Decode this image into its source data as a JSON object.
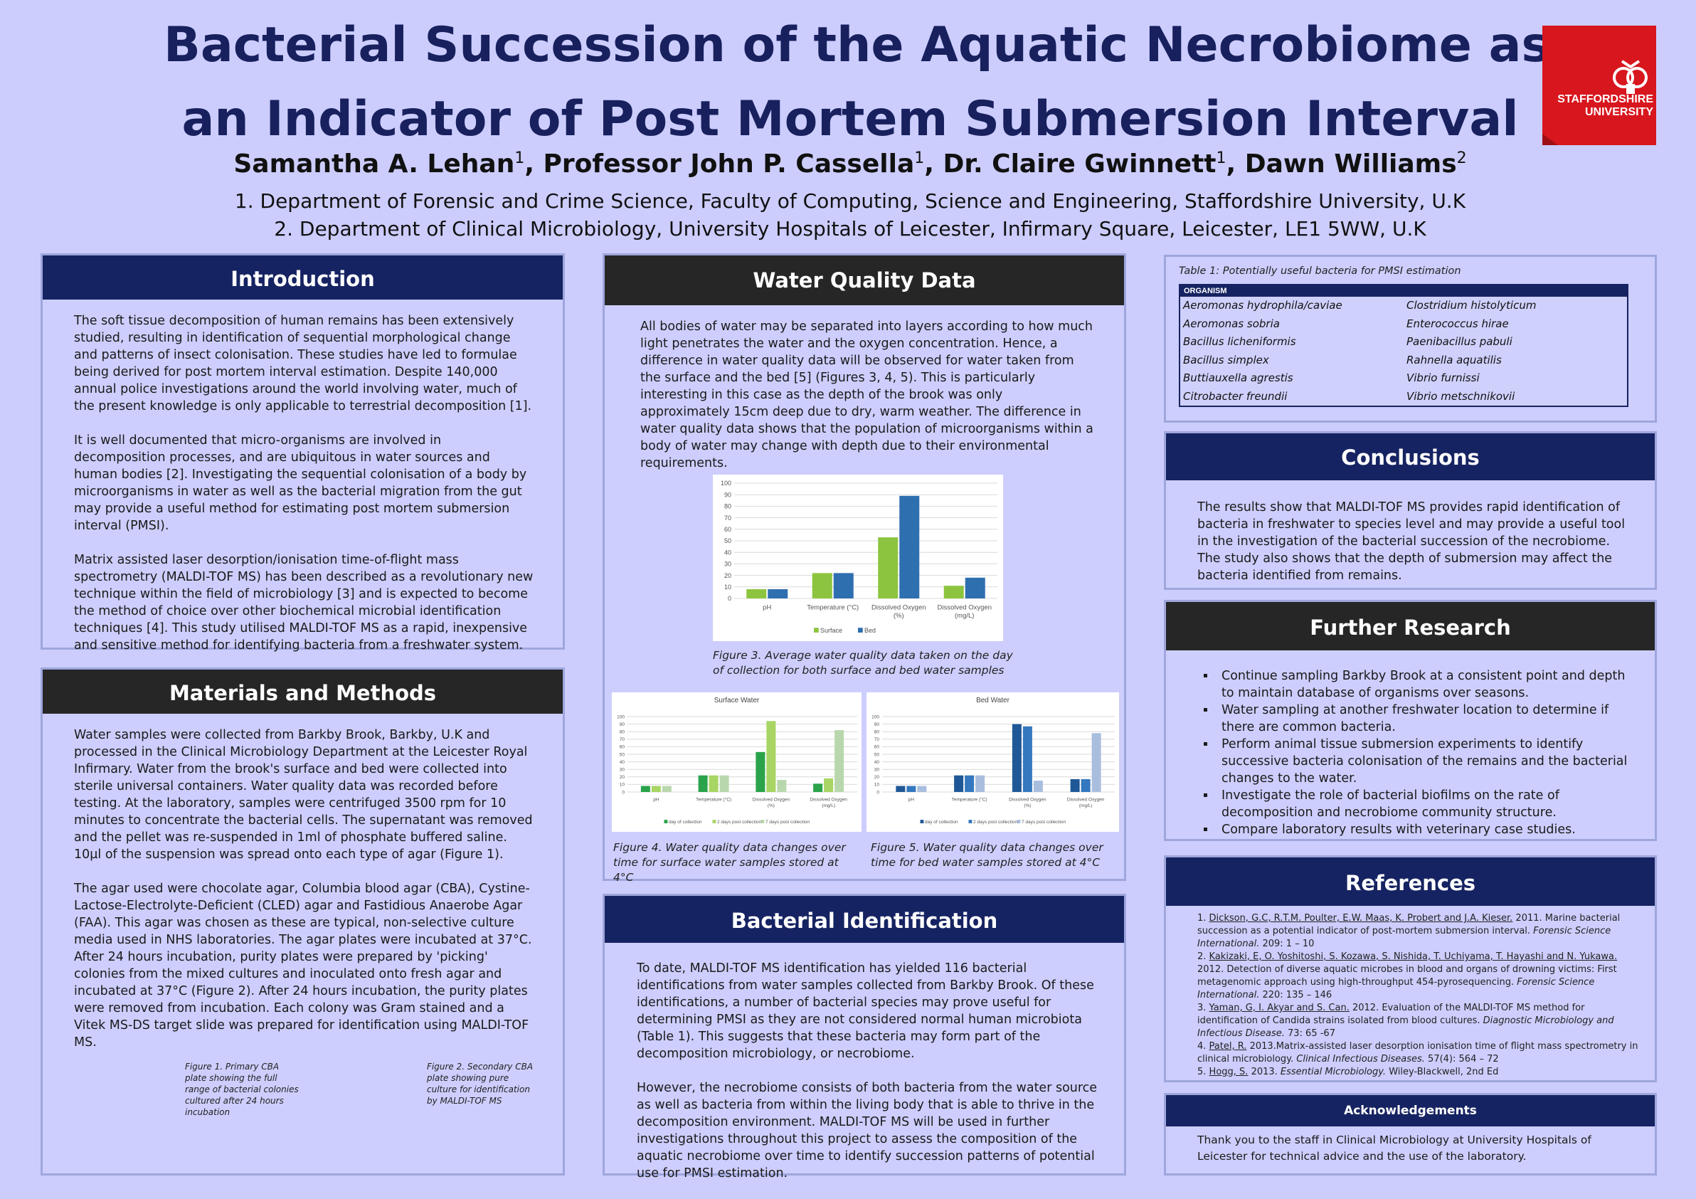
{
  "title": {
    "line1": "Bacterial Succession of the Aquatic Necrobiome as",
    "line2": "an Indicator of Post Mortem Submersion Interval"
  },
  "authors": [
    {
      "name": "Samantha A. Lehan",
      "sup": "1",
      "sep": ", "
    },
    {
      "name": "Professor John P. Cassella",
      "sup": "1",
      "sep": ", "
    },
    {
      "name": "Dr. Claire Gwinnett",
      "sup": "1",
      "sep": ", "
    },
    {
      "name": "Dawn Williams",
      "sup": "2",
      "sep": ""
    }
  ],
  "affiliations": [
    "1. Department of Forensic and Crime Science, Faculty of Computing, Science and Engineering, Staffordshire University, U.K",
    "2. Department of Clinical Microbiology, University Hospitals of Leicester, Infirmary Square, Leicester, LE1 5WW, U.K"
  ],
  "logo": {
    "line1": "STAFFORDSHIRE",
    "line2": "UNIVERSITY",
    "color": "#d8161e"
  },
  "colors": {
    "navy": "#162362",
    "dark": "#262626",
    "background": "#cccdfd",
    "surface": "#8dc43f",
    "bed": "#2e6fb0"
  },
  "introduction": {
    "heading": "Introduction",
    "paragraphs": [
      "The soft tissue decomposition of human remains has been extensively studied, resulting in identification of sequential morphological change and patterns of insect colonisation. These studies have led to formulae being derived for post mortem interval estimation. Despite 140,000 annual police investigations around the world involving water, much of the present knowledge is only applicable to terrestrial decomposition [1].",
      "It is well documented that micro-organisms are involved in decomposition processes, and are ubiquitous in water sources and human bodies [2]. Investigating the sequential colonisation of a body by microorganisms in water as well as the bacterial migration from the gut may provide a useful method for estimating post mortem submersion interval (PMSI).",
      "Matrix assisted laser desorption/ionisation time-of-flight mass spectrometry (MALDI-TOF MS) has been described as a revolutionary new technique within the field of microbiology [3] and is expected to become the method of choice over other biochemical microbial identification techniques [4]. This study utilised MALDI-TOF MS as a rapid, inexpensive and sensitive method for identifying bacteria from a freshwater system."
    ]
  },
  "methods": {
    "heading": "Materials and Methods",
    "paragraphs": [
      "Water samples were collected from Barkby Brook, Barkby, U.K and processed in the Clinical Microbiology Department at the Leicester Royal Infirmary. Water from the brook's surface and bed were collected into sterile universal containers.  Water quality data was recorded before testing. At the laboratory, samples were centrifuged 3500 rpm for 10 minutes to concentrate the bacterial cells. The supernatant was removed and the pellet was re-suspended in 1ml of phosphate buffered saline. 10µl of the suspension was spread onto each type of agar (Figure 1).",
      "The agar used were chocolate agar, Columbia blood agar (CBA), Cystine-Lactose-Electrolyte-Deficient (CLED) agar and Fastidious Anaerobe Agar (FAA). This agar was chosen as these are typical, non-selective culture media used in NHS laboratories. The agar plates were incubated at 37°C. After 24 hours incubation, purity plates were prepared by 'picking' colonies from the mixed cultures and inoculated onto fresh agar and incubated at 37°C (Figure 2). After 24 hours incubation, the purity plates were removed from incubation. Each colony was Gram stained and a Vitek MS-DS target slide was prepared for identification using MALDI-TOF MS."
    ],
    "figure1_caption": "Figure 1. Primary CBA plate showing the full range of bacterial colonies cultured after 24 hours incubation",
    "figure2_caption": "Figure 2.  Secondary CBA plate showing pure culture for identification by MALDI-TOF MS"
  },
  "water_quality": {
    "heading": "Water Quality Data",
    "paragraph": "All bodies of water may be separated into layers according to how much light penetrates the water and the oxygen concentration. Hence, a difference in water quality data will be observed for water taken from the surface and the bed [5] (Figures 3, 4, 5). This is particularly interesting in this case as the depth of the brook was only approximately 15cm deep due to dry, warm weather. The difference in water quality data shows that the population of microorganisms within a body of water may change with depth due to their environmental requirements.",
    "figure3_caption": "Figure 3. Average water quality data taken on the day of collection for both surface and bed water samples",
    "figure4_caption": "Figure 4. Water quality data changes over time for surface water samples stored at 4°C",
    "figure5_caption": "Figure 5. Water quality data changes over time for bed water samples stored at 4°C"
  },
  "chart_data": [
    {
      "type": "bar",
      "title": "",
      "categories": [
        "pH",
        "Temperature (°C)",
        "Dissolved Oxygen (%)",
        "Dissolved Oxygen (mg/L)"
      ],
      "series": [
        {
          "name": "Surface",
          "values": [
            8,
            22,
            53,
            11
          ]
        },
        {
          "name": "Bed",
          "values": [
            8,
            22,
            89,
            18
          ]
        }
      ],
      "ylim": [
        0,
        100
      ],
      "yticks": [
        "0",
        "10",
        "20",
        "30",
        "40",
        "50",
        "60",
        "70",
        "80",
        "90",
        "100"
      ],
      "grid": true,
      "legend": "bottom"
    },
    {
      "type": "bar",
      "title": "Surface Water",
      "categories": [
        "pH",
        "Temperature (°C)",
        "Dissolved Oxygen (%)",
        "Dissolved Oxygen (mg/L)"
      ],
      "series": [
        {
          "name": "day of collection",
          "values": [
            8,
            22,
            53,
            11
          ]
        },
        {
          "name": "2 days post collection",
          "values": [
            8,
            22,
            94,
            18
          ]
        },
        {
          "name": "7 days post collection",
          "values": [
            8,
            22,
            16,
            82
          ]
        }
      ],
      "ylim": [
        0,
        100
      ],
      "yticks": [
        "0",
        "10",
        "20",
        "30",
        "40",
        "50",
        "60",
        "70",
        "80",
        "90",
        "100"
      ],
      "grid": true,
      "legend": "bottom"
    },
    {
      "type": "bar",
      "title": "Bed Water",
      "categories": [
        "pH",
        "Temperature (°C)",
        "Dissolved Oxygen (%)",
        "Dissolved Oxygen (mg/L)"
      ],
      "series": [
        {
          "name": "day of collection",
          "values": [
            8,
            22,
            90,
            17
          ]
        },
        {
          "name": "2 days post collection",
          "values": [
            8,
            22,
            87,
            17
          ]
        },
        {
          "name": "7 days post collection",
          "values": [
            8,
            22,
            15,
            78
          ]
        }
      ],
      "ylim": [
        0,
        100
      ],
      "yticks": [
        "0",
        "10",
        "20",
        "30",
        "40",
        "50",
        "60",
        "70",
        "80",
        "90",
        "100"
      ],
      "grid": true,
      "legend": "bottom"
    }
  ],
  "bacterial_identification": {
    "heading": "Bacterial Identification",
    "paragraphs": [
      "To date, MALDI-TOF MS identification has yielded 116 bacterial identifications from water samples collected from Barkby Brook. Of these identifications, a number of bacterial species may prove useful for determining PMSI as they are not considered normal human microbiota (Table 1). This suggests that these bacteria may form part of the decomposition microbiology, or necrobiome.",
      "However, the necrobiome consists of both bacteria from the water source as well as bacteria from within the living body that is able to thrive in the decomposition environment. MALDI-TOF MS will be used in further investigations throughout this project to assess the composition of the aquatic necrobiome over time to identify succession patterns of potential use for PMSI estimation."
    ]
  },
  "table1": {
    "caption": "Table 1: Potentially useful bacteria for PMSI estimation",
    "header": "ORGANISM",
    "rows": [
      [
        "Aeromonas hydrophila/caviae",
        "Clostridium histolyticum"
      ],
      [
        "Aeromonas sobria",
        "Enterococcus hirae"
      ],
      [
        "Bacillus licheniformis",
        "Paenibacillus pabuli"
      ],
      [
        "Bacillus simplex",
        "Rahnella aquatilis"
      ],
      [
        "Buttiauxella agrestis",
        "Vibrio furnissi"
      ],
      [
        "Citrobacter freundii",
        "Vibrio metschnikovii"
      ]
    ]
  },
  "conclusions": {
    "heading": "Conclusions",
    "text": "The results show that MALDI-TOF MS provides rapid identification of bacteria in freshwater to species level and may provide a useful tool in the investigation of the bacterial succession of the necrobiome. The study also shows that the depth of submersion may affect the bacteria identified from remains."
  },
  "further_research": {
    "heading": "Further Research",
    "items": [
      "Continue sampling Barkby Brook at a consistent point and depth to maintain database of organisms over seasons.",
      "Water sampling at another freshwater location to determine if there are common bacteria.",
      "Perform animal tissue submersion experiments to identify successive bacteria colonisation of the remains and the bacterial changes to the water.",
      "Investigate the role of bacterial biofilms on the rate of decomposition and necrobiome community structure.",
      "Compare laboratory results with veterinary case studies."
    ]
  },
  "references": {
    "heading": "References",
    "items": [
      {
        "authors": "Dickson, G.C, R.T.M. Poulter, E.W. Maas, K. Probert and J.A. Kieser.",
        "pre": " 2011. Marine bacterial succession as a potential indicator of post-mortem submersion interval. ",
        "journal": "Forensic Science International.",
        "post": " 209: 1 – 10"
      },
      {
        "authors": "Kakizaki, E, O. Yoshitoshi, S. Kozawa, S. Nishida, T. Uchiyama, T. Hayashi and N. Yukawa.",
        "pre": " 2012. Detection of diverse aquatic microbes in blood and organs of drowning victims: First metagenomic approach using high-throughput 454-pyrosequencing. ",
        "journal": "Forensic Science International.",
        "post": " 220: 135 – 146"
      },
      {
        "authors": "Yaman, G, I. Akyar and S. Can.",
        "pre": " 2012. Evaluation of the MALDI-TOF MS method for identification of Candida strains isolated from blood cultures. ",
        "journal": "Diagnostic Microbiology and Infectious Disease.",
        "post": " 73: 65 -67"
      },
      {
        "authors": "Patel, R.",
        "pre": " 2013.Matrix-assisted laser desorption ionisation time of flight mass spectrometry in clinical microbiology. ",
        "journal": "Clinical Infectious Diseases.",
        "post": " 57(4): 564 – 72"
      },
      {
        "authors": "Hogg, S.",
        "pre": " 2013. ",
        "journal": "Essential Microbiology.",
        "post": " Wiley-Blackwell, 2nd Ed"
      }
    ]
  },
  "acknowledgements": {
    "heading": "Acknowledgements",
    "text": "Thank you to the staff in Clinical Microbiology at University Hospitals of Leicester for technical advice and the use of the laboratory."
  }
}
